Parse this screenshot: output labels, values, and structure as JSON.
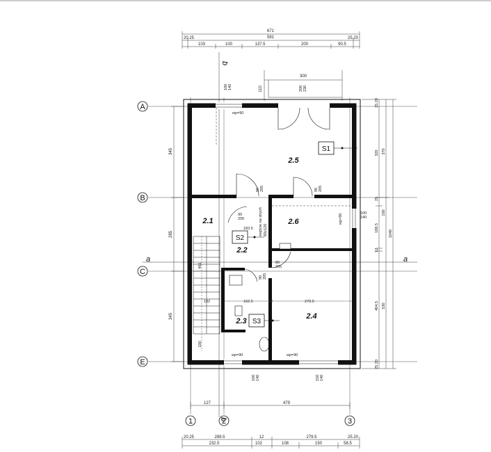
{
  "axes": {
    "rows": [
      "A",
      "B",
      "C",
      "E"
    ],
    "cols": [
      "1",
      "2",
      "3"
    ]
  },
  "sections": {
    "a_left": "a",
    "a_right": "a",
    "b_top": "b",
    "b_bottom": "b"
  },
  "rooms": {
    "r25": "2.5",
    "r26": "2.6",
    "r21": "2.1",
    "r22": "2.2",
    "r23": "2.3",
    "r24": "2.4"
  },
  "stacks": {
    "s1": "S1",
    "s2": "S2",
    "s3": "S3"
  },
  "dims": {
    "top_total": "671",
    "top_inner": "581",
    "top_wall_l": "20.25",
    "top_wall_r": "25.20",
    "top_seg": [
      "103",
      "100",
      "137.5",
      "200",
      "90.5"
    ],
    "porch": "300",
    "porch_depth": "110",
    "bottom_axes_1": "127",
    "bottom_axes_2": "479",
    "bottom_inner": "289.5",
    "bottom_inner_2": "12",
    "bottom_inner_3": "279.5",
    "bottom_wall_l": "20.25",
    "bottom_wall_r": "25.20",
    "bottom_seg": [
      "232.5",
      "102",
      "108",
      "150",
      "58.5"
    ],
    "right_w_a": "25.20",
    "right_320": "320",
    "right_370": "370",
    "right_25": "25",
    "right_100": "100",
    "right_1885": "188.5",
    "right_12": "12",
    "right_4045": "404.5",
    "right_530": "530",
    "right_1040": "1040",
    "right_w_e": "25.20",
    "left_345a": "345",
    "left_285": "285",
    "left_345b": "345",
    "left_461": "461",
    "left_100": "100",
    "in_1625": "162.5",
    "in_2795": "279.5",
    "in_12": "12",
    "in_182": "182",
    "in_1835": "183.5",
    "win_100_140_a": "100\n140",
    "win_200_230": "200\n230",
    "door_90_205_a": "90\n205",
    "door_90_205_b": "90\n205",
    "door_90_205_c": "90\n205",
    "door_90_205_d": "90\n205",
    "door_80_205": "80\n205",
    "wp_90_a": "wp=90",
    "wp_90_b": "wp=90",
    "wp_90_c": "wp=90",
    "wp_90_d": "wp=90",
    "win_r_100_140": "100\n140",
    "win_b_100_140": "100\n140",
    "win_b_150_140": "150\n140",
    "stair_note": "wejście na strych",
    "stair_note_dim": "60x120"
  }
}
